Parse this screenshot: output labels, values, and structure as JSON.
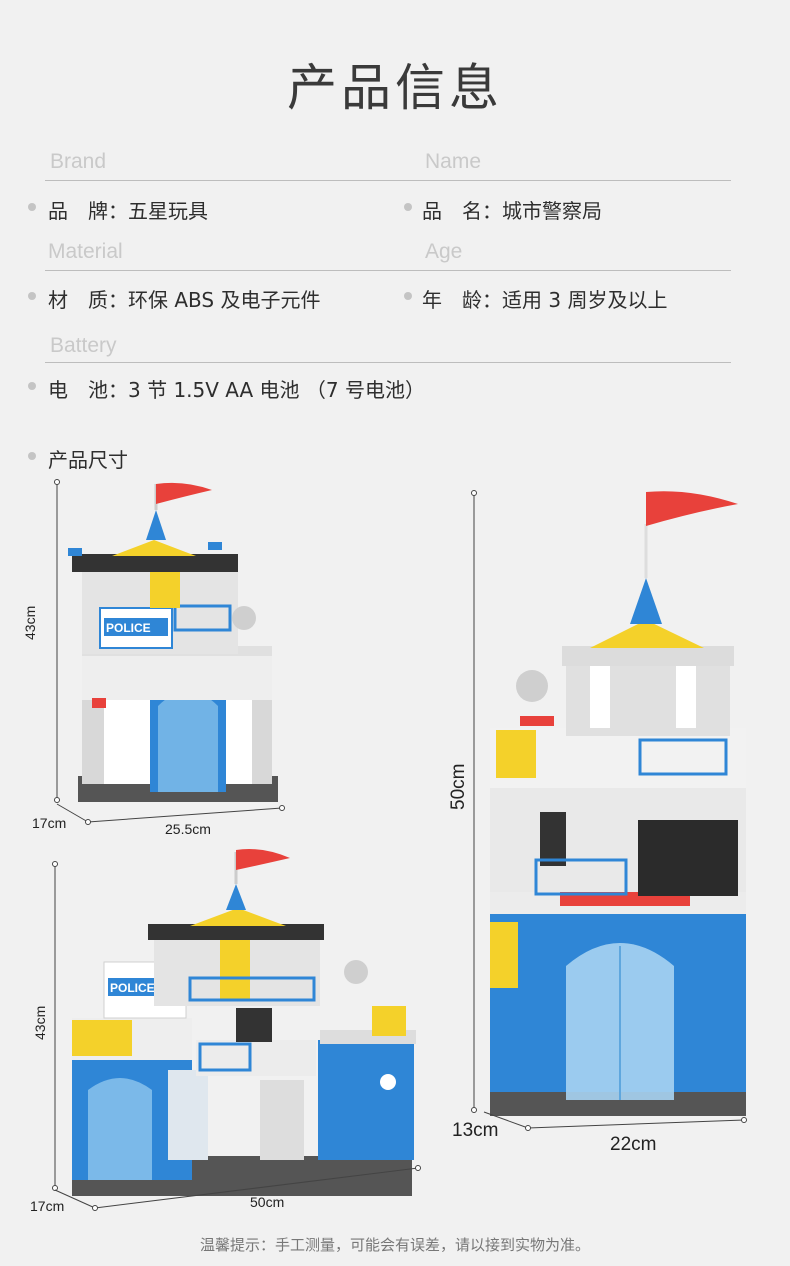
{
  "page": {
    "title": "产品信息",
    "footnote": "温馨提示：手工测量，可能会有误差，请以接到实物为准。"
  },
  "info": {
    "brand": {
      "en": "Brand",
      "label": "品　牌：",
      "value": "五星玩具"
    },
    "name": {
      "en": "Name",
      "label": "品　名：",
      "value": "城市警察局"
    },
    "material": {
      "en": "Material",
      "label": "材　质：",
      "value": "环保 ABS 及电子元件"
    },
    "age": {
      "en": "Age",
      "label": "年　龄：",
      "value": "适用 3 周岁及以上"
    },
    "battery": {
      "en": "Battery",
      "label": "电　池：",
      "value": "3 节 1.5V AA 电池 （7 号电池）"
    }
  },
  "size_section": {
    "label": "产品尺寸"
  },
  "products": {
    "a": {
      "height": "43cm",
      "depth": "17cm",
      "width": "25.5cm",
      "sign": "POLICE"
    },
    "b": {
      "height": "43cm",
      "depth": "17cm",
      "width": "50cm",
      "sign": "POLICE"
    },
    "c": {
      "height": "50cm",
      "depth": "13cm",
      "width": "22cm"
    }
  },
  "colors": {
    "blue": "#2f86d6",
    "yellow": "#f4d12a",
    "red": "#e8413b",
    "gray": "#cfcfcf",
    "dark": "#3a3a3a"
  }
}
